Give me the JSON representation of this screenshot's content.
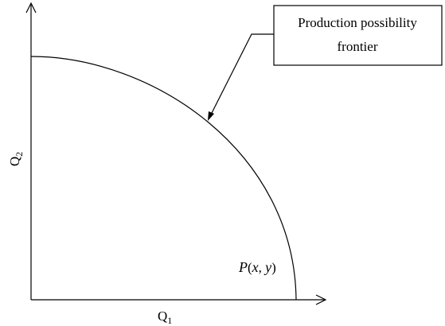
{
  "callout": {
    "line1": "Production possibility",
    "line2": "frontier"
  },
  "point_label": {
    "prefix": "P",
    "open": "(",
    "x": "x",
    "sep": ", ",
    "y": "y",
    "close": ")"
  },
  "axes": {
    "x_label_base": "Q",
    "x_label_sub": "1",
    "y_label_base": "Q",
    "y_label_sub": "2"
  }
}
